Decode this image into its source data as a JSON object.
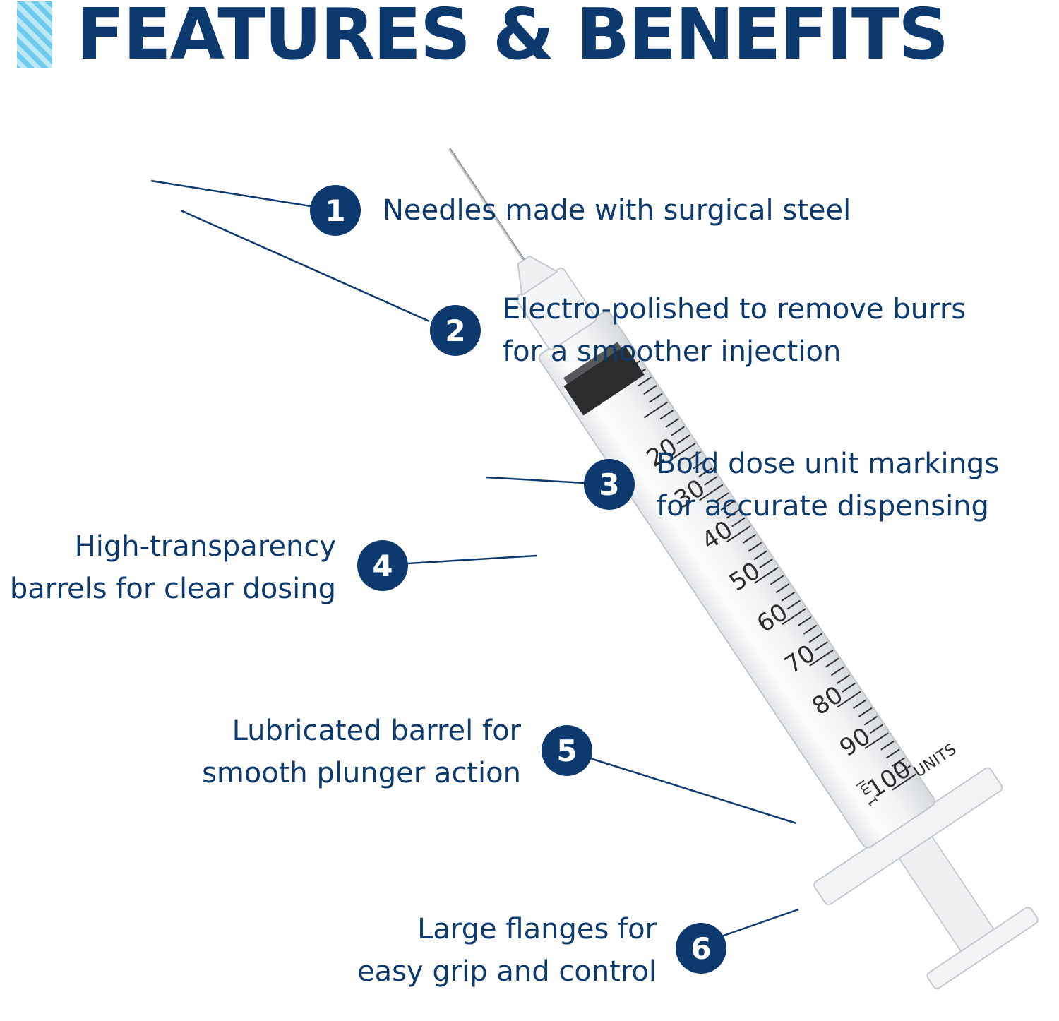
{
  "header": {
    "title": "FEATURES & BENEFITS"
  },
  "colors": {
    "navy": "#0d3a6e",
    "accent_stripes": "#7fd2ef"
  },
  "features": [
    {
      "number": "1",
      "lines": [
        "Needles made with surgical steel"
      ]
    },
    {
      "number": "2",
      "lines": [
        "Electro-polished to remove burrs",
        "for a smoother injection"
      ]
    },
    {
      "number": "3",
      "lines": [
        "Bold dose unit markings",
        "for accurate dispensing"
      ]
    },
    {
      "number": "4",
      "lines": [
        "High-transparency",
        "barrels for clear dosing"
      ]
    },
    {
      "number": "5",
      "lines": [
        "Lubricated barrel for",
        "smooth plunger action"
      ]
    },
    {
      "number": "6",
      "lines": [
        "Large flanges for",
        "easy grip and control"
      ]
    }
  ],
  "syringe": {
    "scale_labels": [
      "20",
      "30",
      "40",
      "50",
      "60",
      "70",
      "80",
      "90",
      "100"
    ],
    "unit_label": "UNITS",
    "ml_label": "1 ml"
  }
}
